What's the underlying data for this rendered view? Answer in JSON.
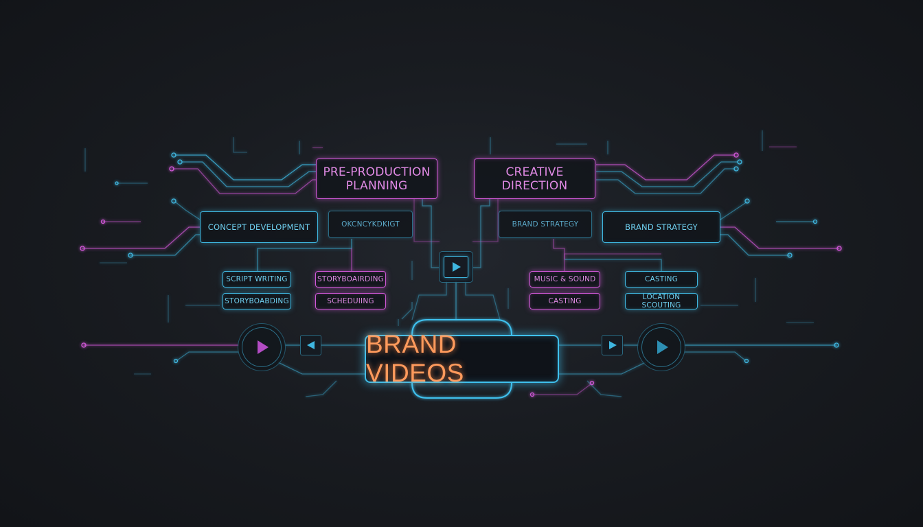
{
  "center": {
    "title": "BRAND VIDEOS"
  },
  "headers": {
    "left": {
      "line1": "PRE-PRODUCTION",
      "line2": "PLANNING"
    },
    "right": {
      "line1": "CREATIVE",
      "line2": "DIRECTION"
    }
  },
  "row1": {
    "concept": "CONCEPT DEVELOPMENT",
    "garbled": "OKCNCYKDKIGT",
    "brand_strategy_1": "BRAND STRATEGY",
    "brand_strategy_2": "BRAND STRATEGY"
  },
  "row2": {
    "script_writing": "SCRIPT WRITING",
    "storyboarding_1": "STORYBOAIRDING",
    "music_sound": "MUSIC & SOUND",
    "casting_1": "CASTING"
  },
  "row3": {
    "storyboarding_2": "STORYBOABDING",
    "scheduling": "SCHEDUIING",
    "casting_2": "CASTING",
    "location_scouting": "LOCATION SCOUTING"
  },
  "icons": [
    "play-icon",
    "rewind-icon",
    "fast-forward-icon"
  ],
  "colors": {
    "pink": "#d159d8",
    "blue": "#3fb7e0",
    "orange": "#ff9a5c"
  }
}
